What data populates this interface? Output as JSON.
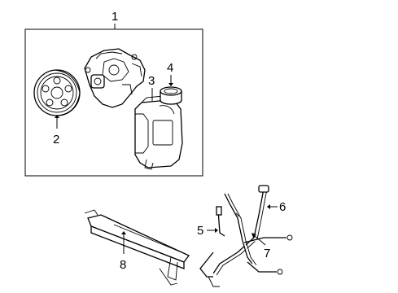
{
  "callouts": [
    {
      "id": "1",
      "text": "1"
    },
    {
      "id": "2",
      "text": "2"
    },
    {
      "id": "3",
      "text": "3"
    },
    {
      "id": "4",
      "text": "4"
    },
    {
      "id": "5",
      "text": "5"
    },
    {
      "id": "6",
      "text": "6"
    },
    {
      "id": "7",
      "text": "7"
    },
    {
      "id": "8",
      "text": "8"
    }
  ],
  "parts": [
    {
      "callout": "1",
      "icon": "power-steering-pump-assembly"
    },
    {
      "callout": "2",
      "icon": "pulley"
    },
    {
      "callout": "3",
      "icon": "reservoir"
    },
    {
      "callout": "4",
      "icon": "reservoir-cap"
    },
    {
      "callout": "5",
      "icon": "return-hose-fitting"
    },
    {
      "callout": "6",
      "icon": "pressure-hose"
    },
    {
      "callout": "7",
      "icon": "return-hose"
    },
    {
      "callout": "8",
      "icon": "power-steering-cooler"
    }
  ]
}
